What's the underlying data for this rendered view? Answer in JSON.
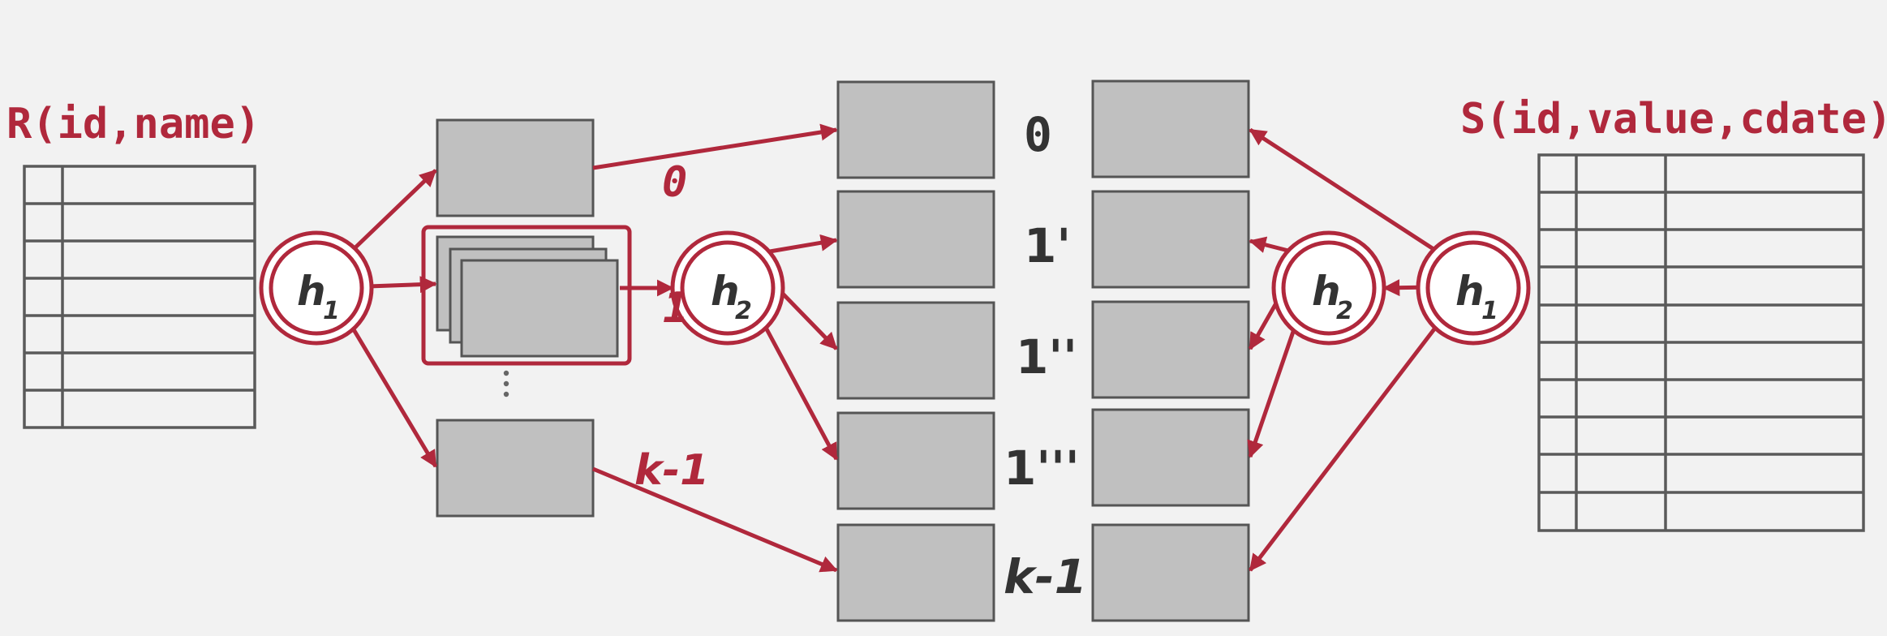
{
  "relations": {
    "R": {
      "title": "R(id,name)"
    },
    "S": {
      "title": "S(id,value,cdate)"
    }
  },
  "hash_functions": {
    "h1_left": {
      "name": "h",
      "sub": "1"
    },
    "h2_left": {
      "name": "h",
      "sub": "2"
    },
    "h2_right": {
      "name": "h",
      "sub": "2"
    },
    "h1_right": {
      "name": "h",
      "sub": "1"
    }
  },
  "labels": {
    "left_bucket_0": "0",
    "left_bucket_1": "1",
    "left_bucket_k": "k-1",
    "center_0": "0",
    "center_1a": "1'",
    "center_1b": "1''",
    "center_1c": "1'''",
    "center_k": "k-1"
  },
  "colors": {
    "accent": "#b0283c",
    "bucket_fill": "#c0c0c0",
    "bucket_border": "#555555",
    "table_line": "#5a5a5a",
    "background": "#f2f2f2",
    "label_dark": "#333333"
  }
}
